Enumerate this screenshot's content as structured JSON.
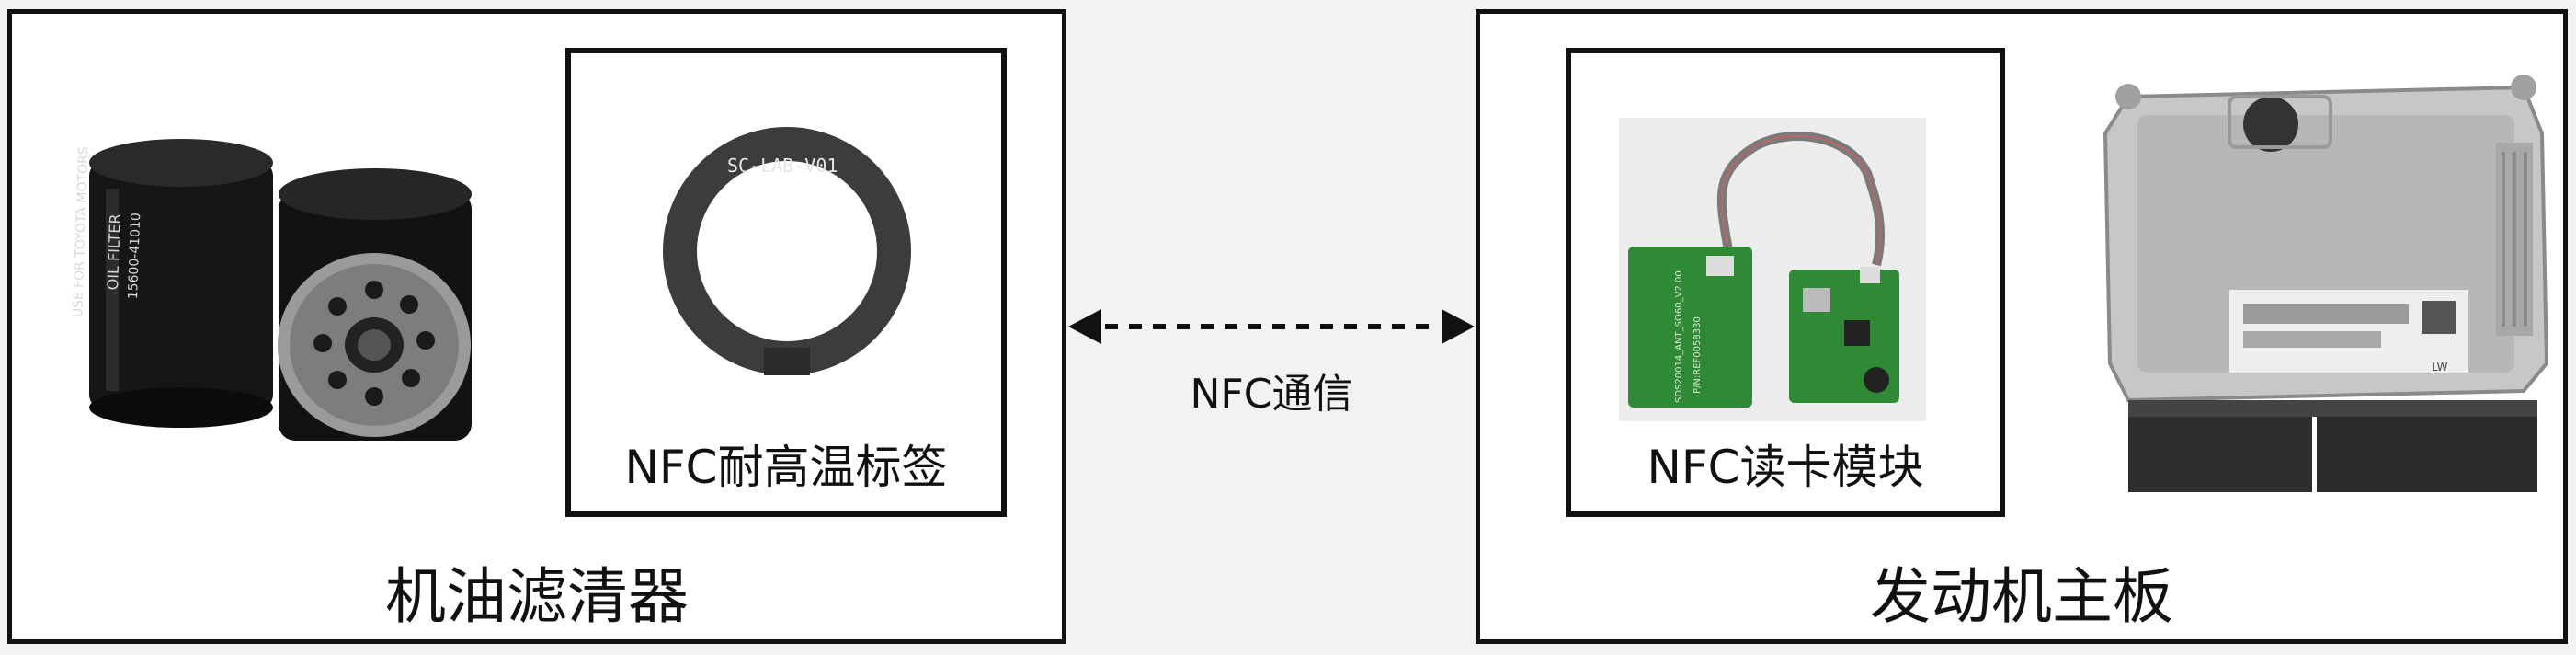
{
  "left_panel": {
    "title": "机油滤清器",
    "tag_box_label": "NFC耐高温标签",
    "tag_print": "SC-LAB-V01",
    "filter_print_1": "USE FOR TOYOTA MOTORS",
    "filter_print_2": "OIL FILTER",
    "filter_print_3": "15600-41010"
  },
  "connector": {
    "label": "NFC通信"
  },
  "right_panel": {
    "title": "发动机主板",
    "module_box_label": "NFC读卡模块",
    "pcb_print_1": "SDS20014_ANT_SO60_V2.00",
    "pcb_print_2": "P/N:REF0058330",
    "ecu_print": "LW"
  },
  "colors": {
    "border": "#111111",
    "background": "#f2f2f4",
    "pcb_green": "#2f8a35",
    "filter_black": "#151515"
  }
}
